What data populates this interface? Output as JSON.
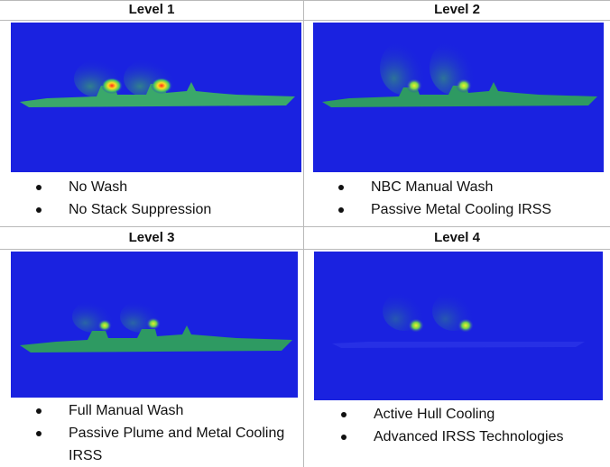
{
  "panels": [
    {
      "title": "Level 1",
      "bullets": [
        "No Wash",
        "No Stack Suppression"
      ]
    },
    {
      "title": "Level 2",
      "bullets": [
        "NBC Manual  Wash",
        "Passive Metal Cooling IRSS"
      ]
    },
    {
      "title": "Level 3",
      "bullets": [
        "Full Manual Wash",
        "Passive Plume and Metal Cooling IRSS"
      ]
    },
    {
      "title": "Level 4",
      "bullets": [
        "Active Hull Cooling",
        "Advanced IRSS Technologies"
      ]
    }
  ],
  "colors": {
    "background": "#1a22e0",
    "hull": "#3aa86a",
    "hot": "#ff2a1a",
    "warm": "#e8f02a"
  }
}
